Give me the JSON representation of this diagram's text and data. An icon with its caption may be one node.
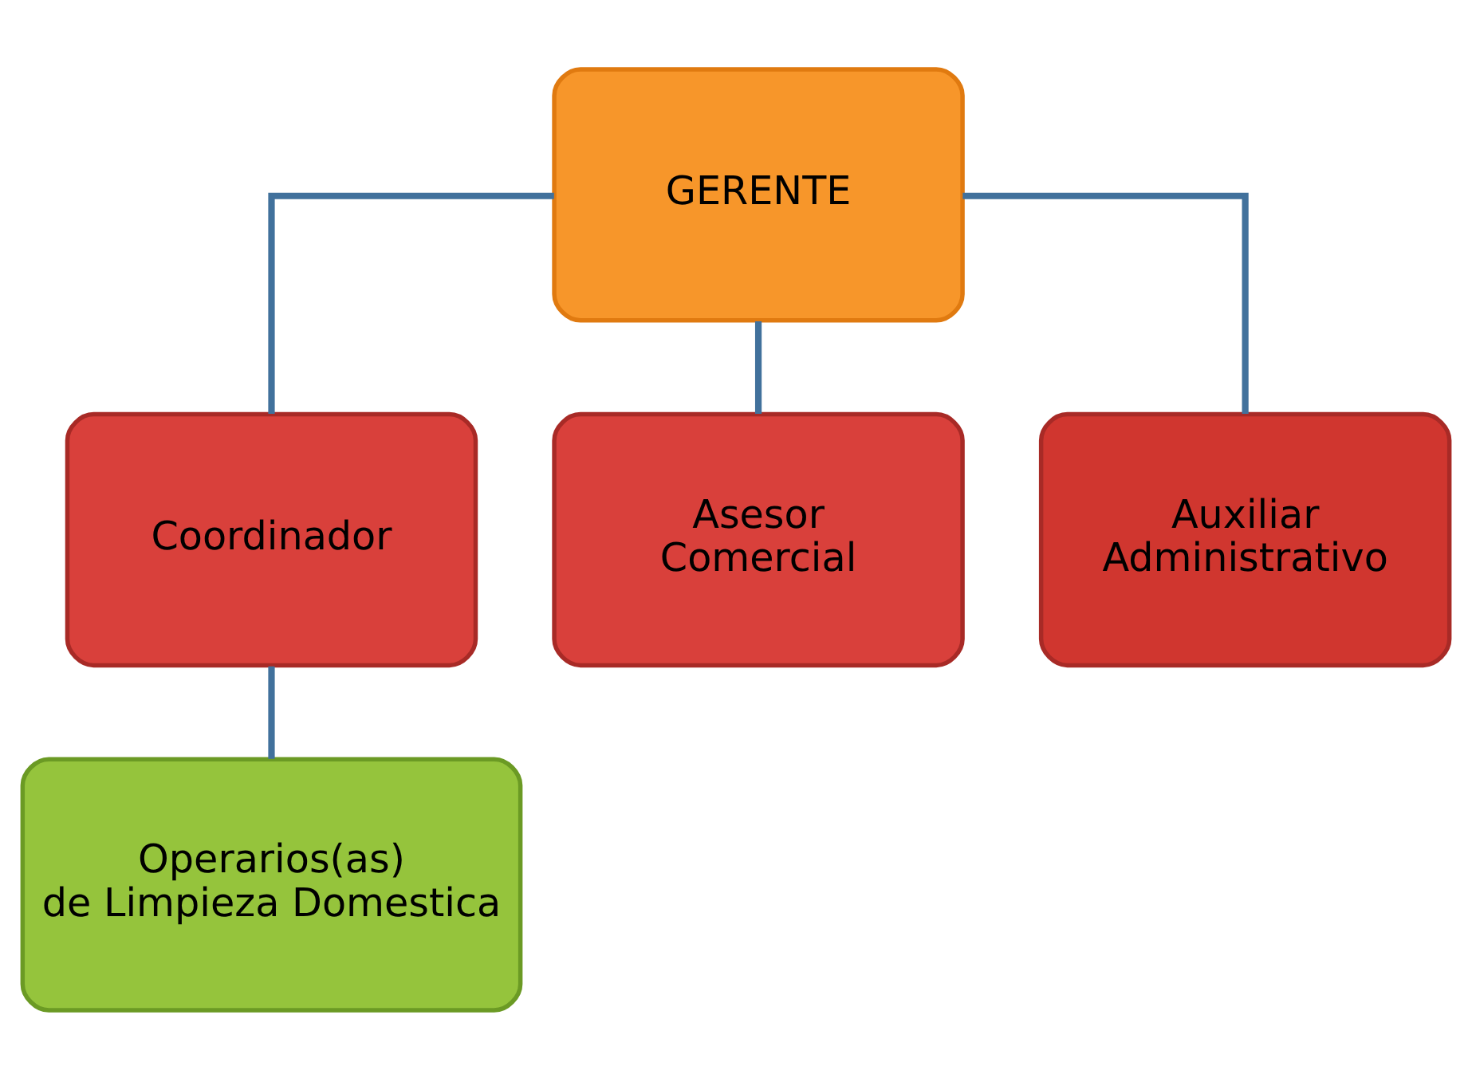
{
  "diagram": {
    "nodes": [
      {
        "text": [
          "GERENTE"
        ]
      },
      {
        "text": [
          "Coordinador"
        ]
      },
      {
        "text": [
          "Asesor Comercial"
        ]
      },
      {
        "text": [
          "Auxiliar Administrativo"
        ]
      },
      {
        "text": [
          "Operarios(as) de Limpieza Domestica"
        ]
      }
    ],
    "edges": [
      {
        "from": 0,
        "to": 1,
        "arrow": "none"
      },
      {
        "from": 0,
        "to": 2,
        "arrow": "none"
      },
      {
        "from": 0,
        "to": 3,
        "arrow": "none"
      },
      {
        "from": 1,
        "to": 4,
        "arrow": "none"
      }
    ]
  }
}
